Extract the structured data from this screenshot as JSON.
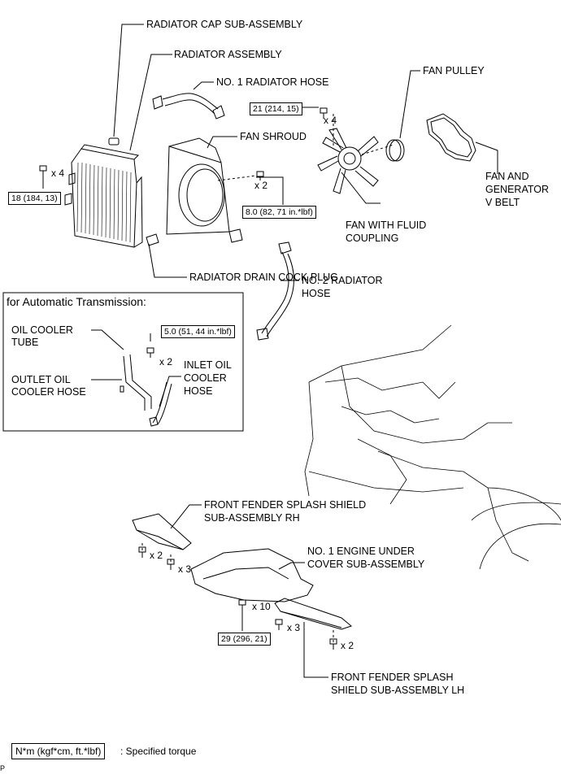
{
  "labels": {
    "radiator_cap": "RADIATOR CAP SUB-ASSEMBLY",
    "radiator_assembly": "RADIATOR ASSEMBLY",
    "no1_radiator_hose": "NO. 1 RADIATOR HOSE",
    "fan_pulley": "FAN PULLEY",
    "fan_shroud": "FAN SHROUD",
    "fan_belt_1": "FAN AND",
    "fan_belt_2": "GENERATOR",
    "fan_belt_3": "V BELT",
    "fan_coupling_1": "FAN WITH FLUID",
    "fan_coupling_2": "COUPLING",
    "drain_cock": "RADIATOR DRAIN COCK PLUG",
    "no2_radiator_hose_1": "NO. 2 RADIATOR",
    "no2_radiator_hose_2": "HOSE",
    "oil_cooler_tube_1": "OIL COOLER",
    "oil_cooler_tube_2": "TUBE",
    "outlet_hose_1": "OUTLET OIL",
    "outlet_hose_2": "COOLER HOSE",
    "inlet_hose_1": "INLET OIL",
    "inlet_hose_2": "COOLER",
    "inlet_hose_3": "HOSE",
    "splash_rh_1": "FRONT FENDER SPLASH SHIELD",
    "splash_rh_2": "SUB-ASSEMBLY RH",
    "under_cover_1": "NO. 1 ENGINE UNDER",
    "under_cover_2": "COVER SUB-ASSEMBLY",
    "splash_lh_1": "FRONT FENDER SPLASH",
    "splash_lh_2": "SHIELD SUB-ASSEMBLY LH"
  },
  "section_title": "for Automatic Transmission:",
  "torques": {
    "fan_nut": "21 (214, 15)",
    "radiator_bolt": "18 (184, 13)",
    "shroud_bolt": "8.0 (82, 71 in.*lbf)",
    "oil_cooler_bolt": "5.0 (51, 44 in.*lbf)",
    "under_cover_bolt": "29 (296, 21)"
  },
  "quantities": {
    "fan_nut": "x 4",
    "radiator_bolt": "x 4",
    "shroud_bolt": "x 2",
    "oil_cooler_bolt": "x 2",
    "splash_rh_bolt_a": "x 2",
    "splash_rh_bolt_b": "x 3",
    "under_cover_bolt": "x 10",
    "splash_lh_bolt_a": "x 3",
    "splash_lh_bolt_b": "x 2"
  },
  "legend": {
    "box": "N*m (kgf*cm, ft.*lbf)",
    "text": ": Specified torque"
  },
  "corner_mark": "P"
}
